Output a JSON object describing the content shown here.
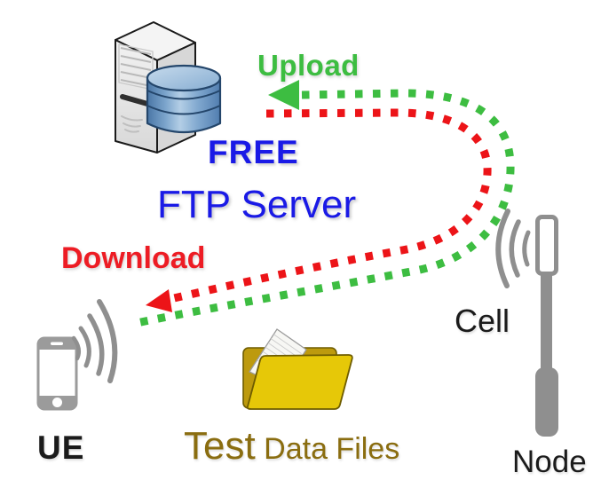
{
  "colors": {
    "text_blue": "#1a1ae6",
    "upload_green": "#3dbd41",
    "download_red": "#ec1418",
    "files_olive": "#8a6d10",
    "icon_gray": "#8f8f8f",
    "folder_front_yellow": "#e6c808",
    "folder_back_gold": "#bd9a0e",
    "database_blue": "#7ca5cc",
    "label_black": "#1b1b1b"
  },
  "server": {
    "free_label": "FREE",
    "name_label": "FTP Server",
    "icon": "server-tower-with-database-icon"
  },
  "arrows": {
    "upload": {
      "label": "Upload",
      "style": "green dotted curve",
      "arrow_points_to": "FTP Server"
    },
    "download": {
      "label": "Download",
      "style": "red dotted curve",
      "arrow_points_to": "UE"
    }
  },
  "devices": {
    "ue": {
      "label": "UE",
      "icon": "smartphone-with-signal-waves-icon"
    },
    "cell_node": {
      "label_top": "Cell",
      "label_bottom": "Node",
      "icon": "antenna-mast-with-signal-waves-icon"
    }
  },
  "files": {
    "label_emphasis": "Test",
    "label_rest": "Data Files",
    "icon": "open-folder-with-document-icon"
  }
}
